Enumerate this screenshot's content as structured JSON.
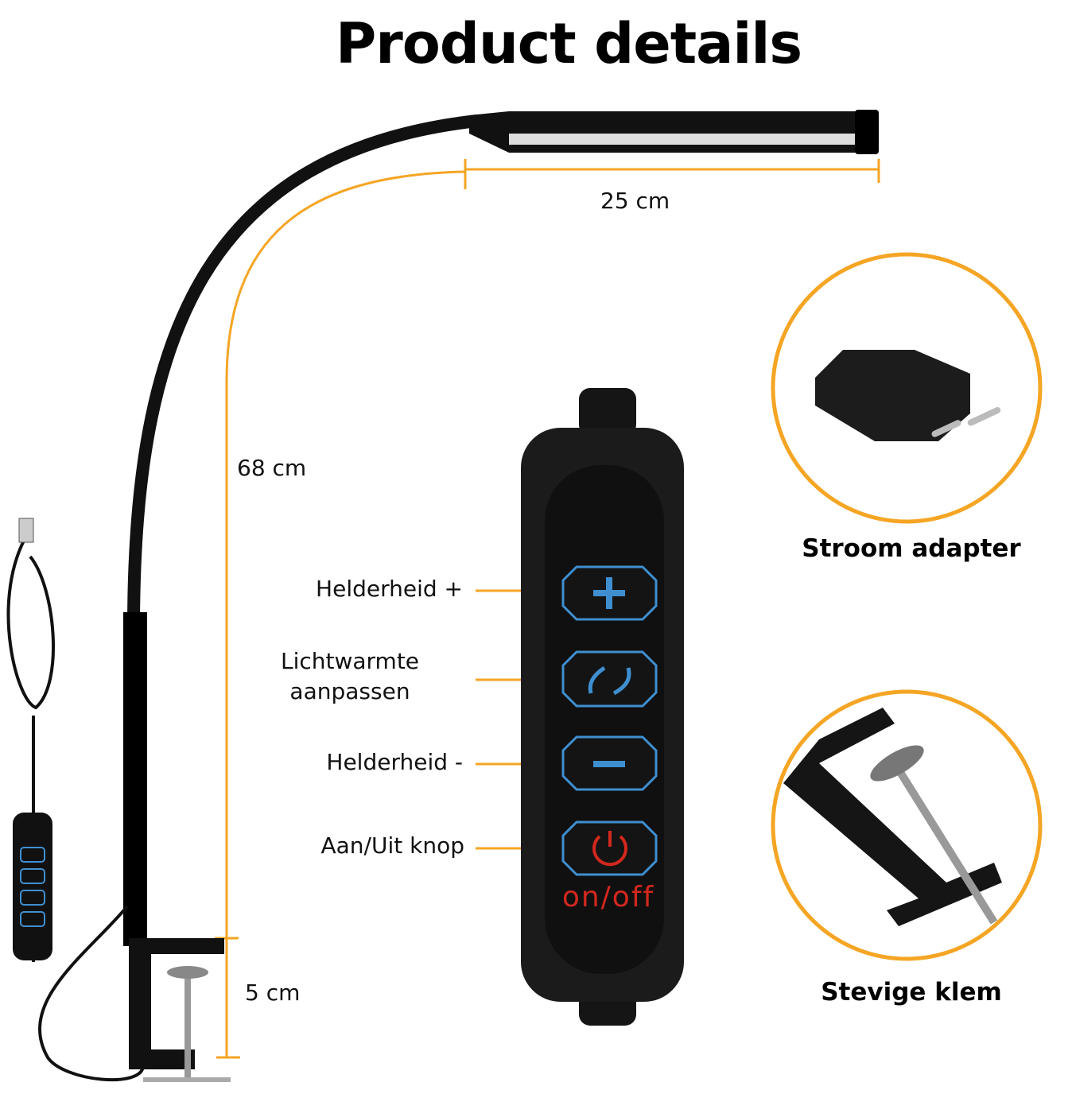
{
  "title": "Product details",
  "dimensions": {
    "head_length": "25 cm",
    "arm_height": "68 cm",
    "clamp_height": "5 cm"
  },
  "controller": {
    "labels": [
      "Helderheid +",
      "Lichtwarmte aanpassen",
      "Helderheid -",
      "Aan/Uit knop"
    ],
    "label_lines": {
      "warmth_line1": "Lichtwarmte",
      "warmth_line2": "aanpassen"
    },
    "power_text": "on/off"
  },
  "insets": [
    {
      "caption": "Stroom adapter"
    },
    {
      "caption": "Stevige klem"
    }
  ],
  "colors": {
    "accent": "#f5a524",
    "button_outline": "#3f8fd0",
    "power": "#d2281e"
  }
}
